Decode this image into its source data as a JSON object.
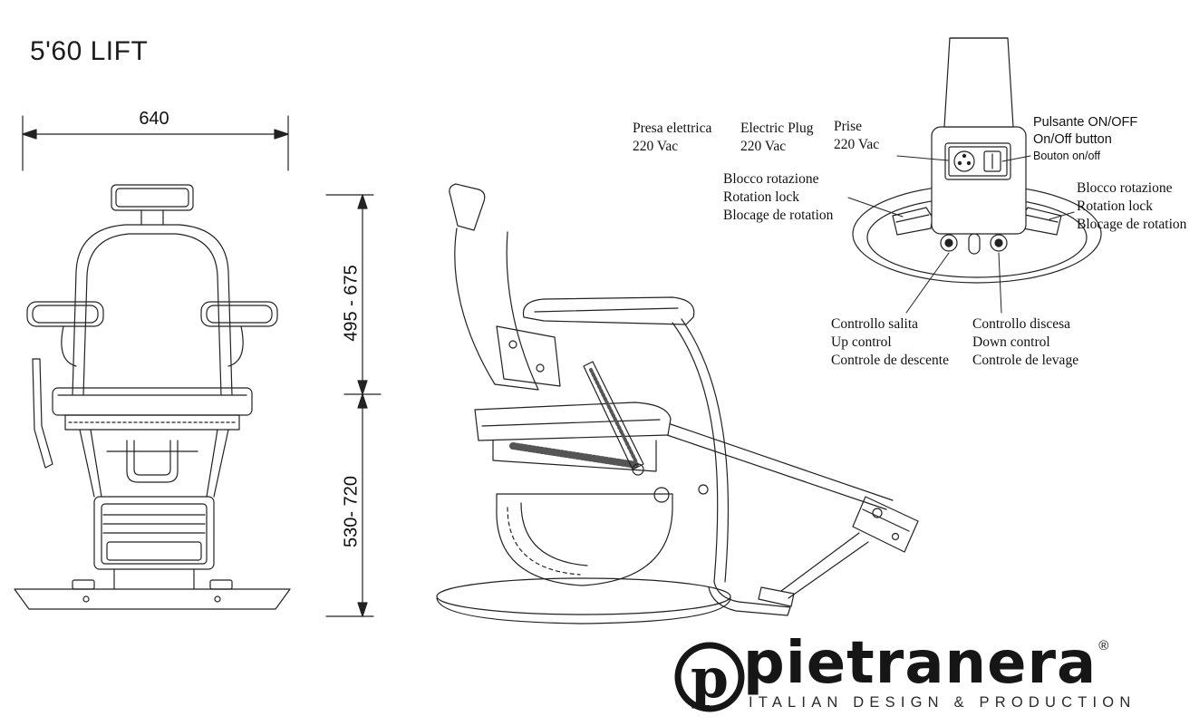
{
  "title": "5'60 LIFT",
  "dimensions": {
    "width": "640",
    "back_height": "495 - 675",
    "seat_height": "530- 720"
  },
  "detail": {
    "plug_it": {
      "line1": "Presa elettrica",
      "line2": "220 Vac"
    },
    "plug_en": {
      "line1": "Electric Plug",
      "line2": "220 Vac"
    },
    "plug_fr": {
      "line1": "Prise",
      "line2": "220 Vac"
    },
    "on_off": {
      "line1": "Pulsante ON/OFF",
      "line2": "On/Off button",
      "line3": "Bouton on/off"
    },
    "rotation_lock_left": {
      "line1": "Blocco rotazione",
      "line2": "Rotation lock",
      "line3": "Blocage de rotation"
    },
    "rotation_lock_right": {
      "line1": "Blocco rotazione",
      "line2": "Rotation lock",
      "line3": "Blocage de rotation"
    },
    "up_control": {
      "line1": "Controllo salita",
      "line2": "Up control",
      "line3": "Controle de descente"
    },
    "down_control": {
      "line1": "Controllo discesa",
      "line2": "Down control",
      "line3": "Controle de levage"
    }
  },
  "logo": {
    "monogram": "p",
    "wordmark": "pietranera",
    "registered": "®",
    "tagline": "ITALIAN DESIGN & PRODUCTION"
  }
}
